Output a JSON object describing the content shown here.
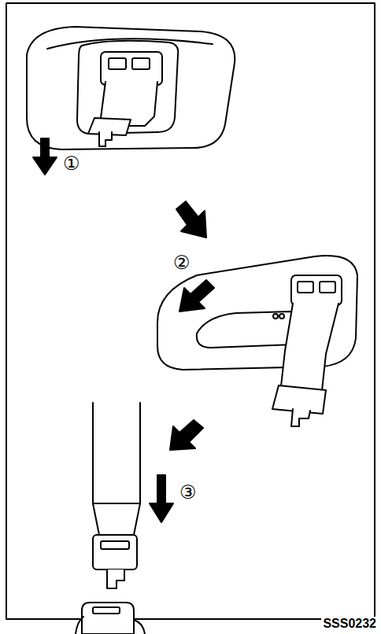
{
  "diagram": {
    "labels": [
      "①",
      "②",
      "③",
      "SSS0232"
    ]
  }
}
